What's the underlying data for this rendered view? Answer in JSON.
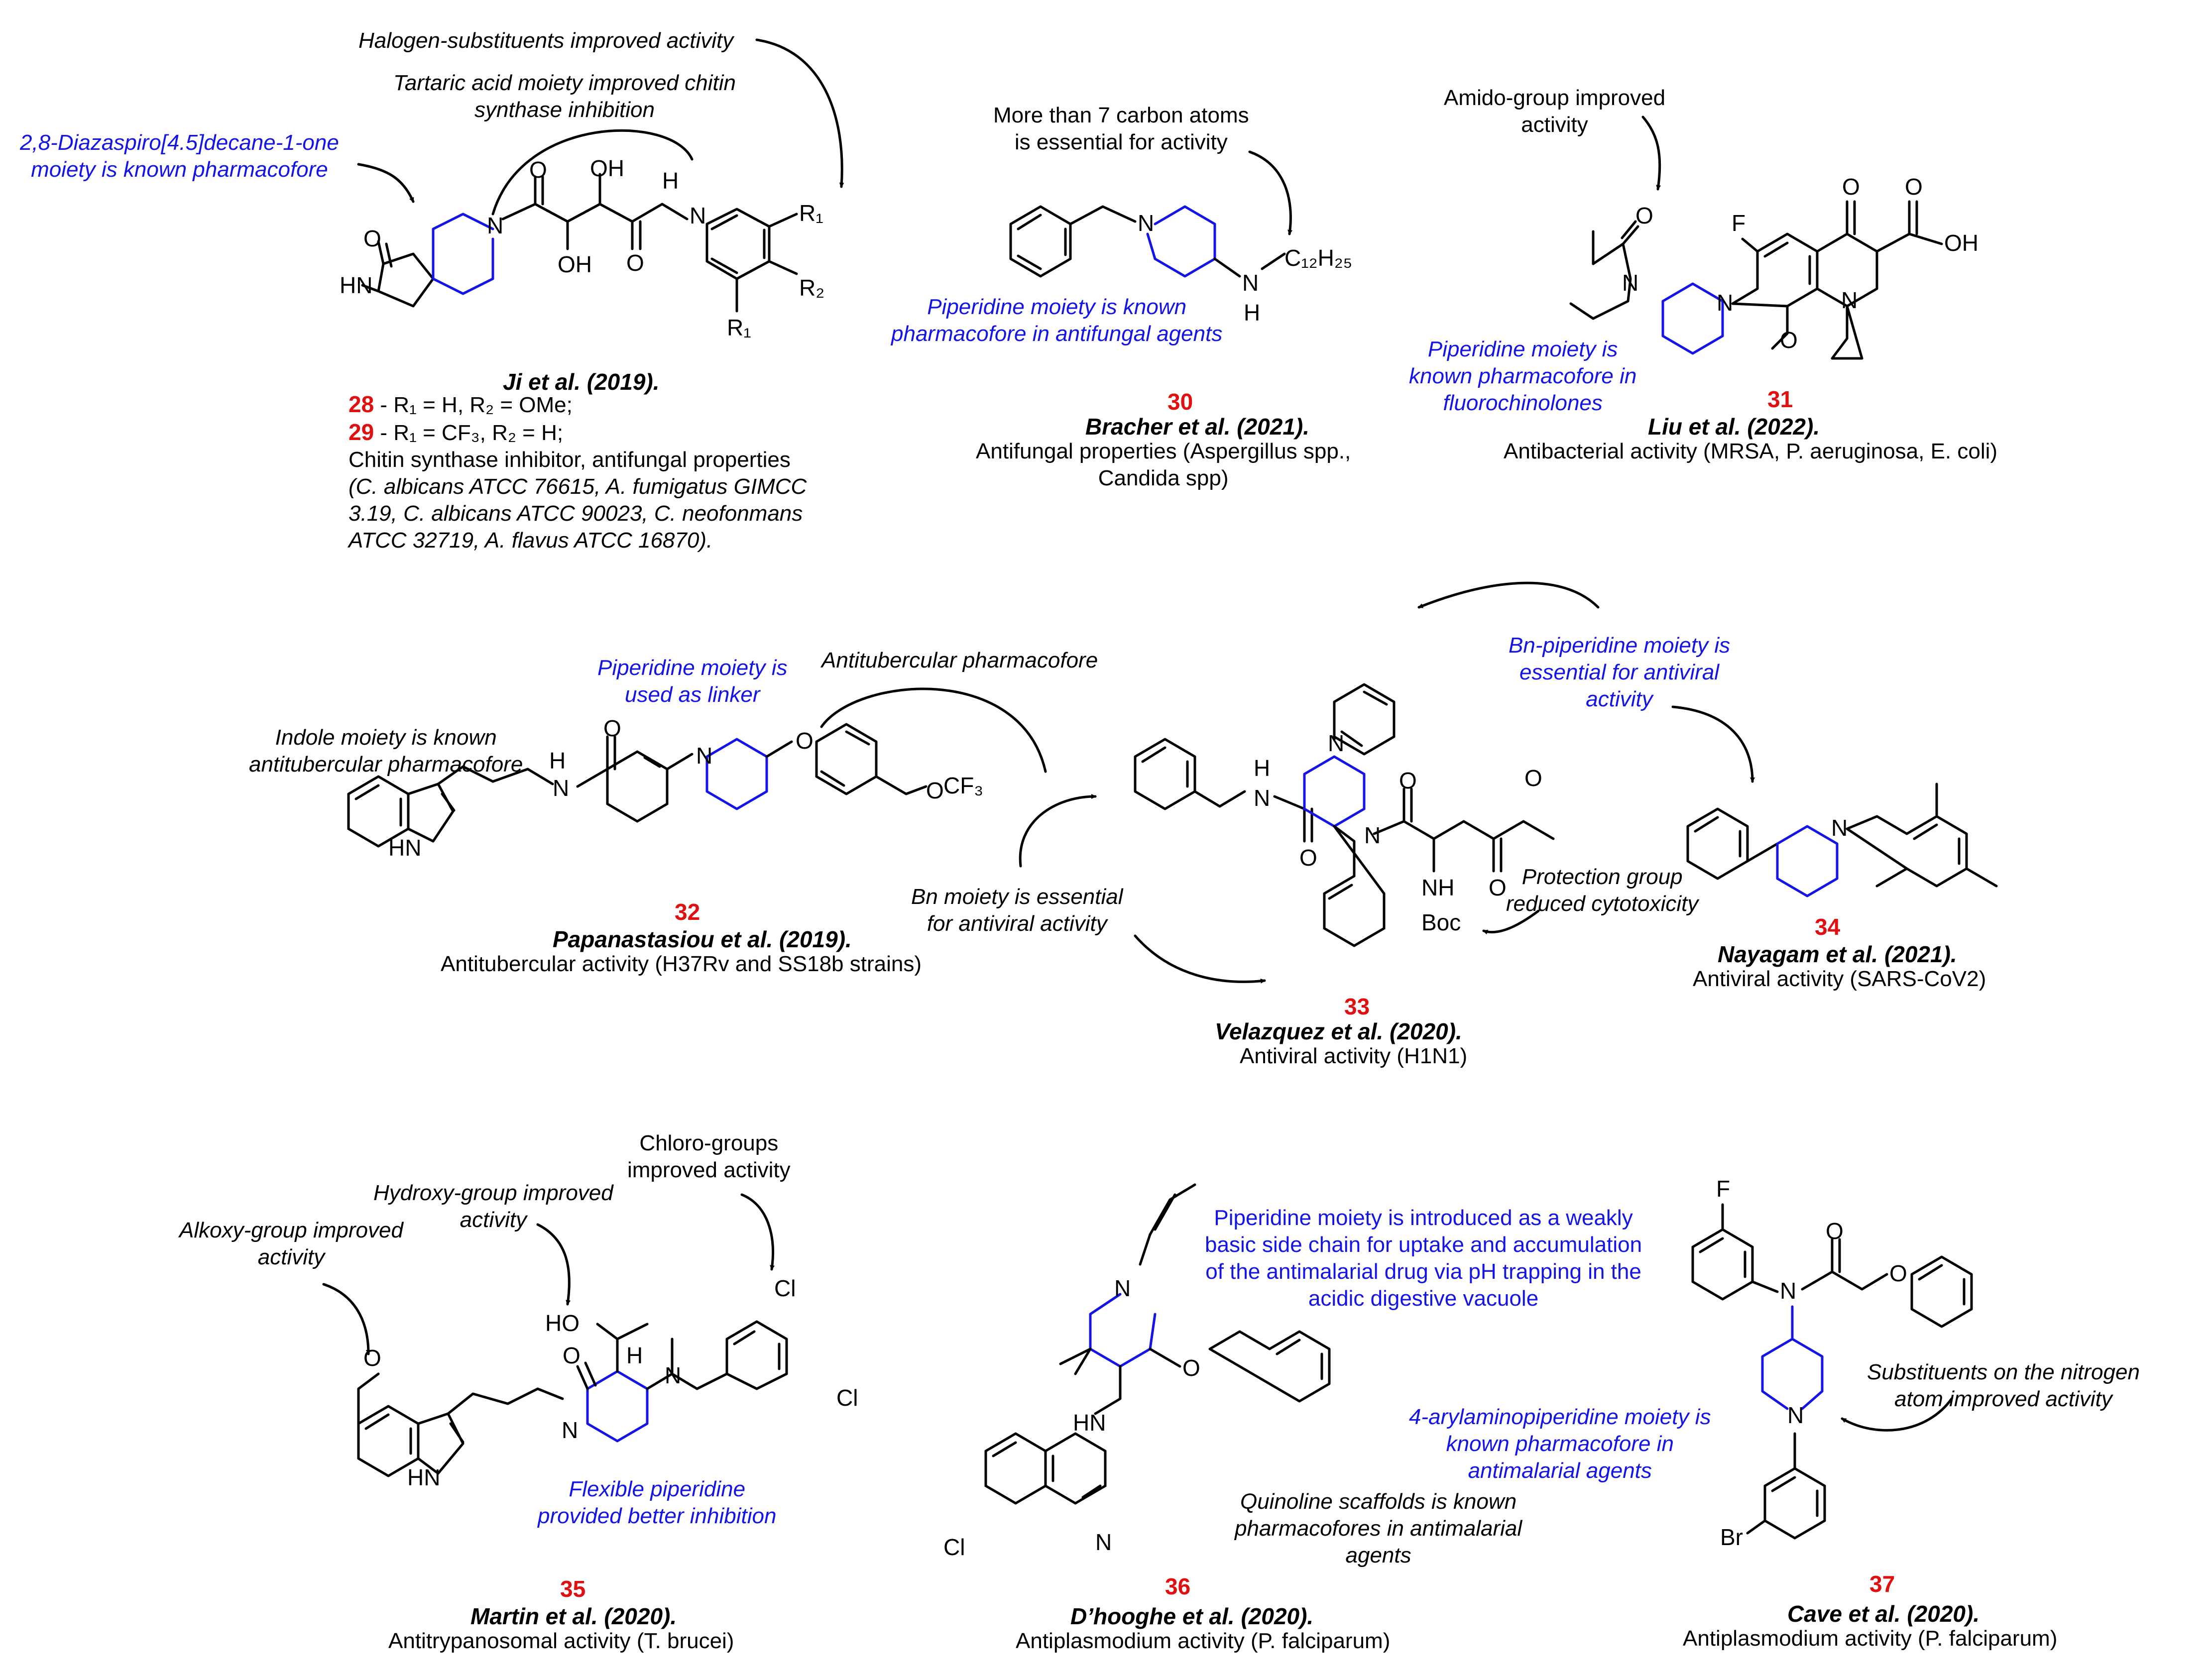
{
  "colors": {
    "text": "#000000",
    "pharmacophore_blue": "#1414e6",
    "compound_number_red": "#e01010"
  },
  "c28_29": {
    "note_halogen": "Halogen-substituents improved activity",
    "note_tartaric_1": "Tartaric acid moiety improved chitin",
    "note_tartaric_2": "synthase inhibition",
    "note_spiro_1": "2,8-Diazaspiro[4.5]decane-1-one",
    "note_spiro_2": "moiety is known pharmacofore",
    "ref": "Ji et al. (2019).",
    "num28": "28",
    "num29": "29",
    "line28": "- R₁ = H, R₂ = OMe;",
    "line29": "- R₁ = CF₃, R₂ = H;",
    "act_1": "Chitin synthase inhibitor, antifungal properties",
    "act_2": "(C. albicans ATCC 76615, A. fumigatus GIMCC",
    "act_3": "3.19, C. albicans ATCC 90023, C. neofonmans",
    "act_4": "ATCC 32719, A. flavus ATCC 16870).",
    "atoms": {
      "o1": "O",
      "o2": "O",
      "oh1": "OH",
      "oh2": "OH",
      "nh": "H",
      "n_amide": "N",
      "n_pip": "N",
      "hn": "HN",
      "r1a": "R₁",
      "r2": "R₂",
      "r1b": "R₁"
    }
  },
  "c30": {
    "note_carbon_1": "More than 7 carbon atoms",
    "note_carbon_2": "is essential for activity",
    "note_pip_1": "Piperidine moiety is known",
    "note_pip_2": "pharmacofore in antifungal agents",
    "num": "30",
    "ref": "Bracher et al. (2021).",
    "act_1": "Antifungal properties (Aspergillus spp.,",
    "act_2": "Candida spp)",
    "atoms": {
      "n_pip": "N",
      "n_amine": "N",
      "h": "H",
      "chain": "C₁₂H₂₅"
    }
  },
  "c31": {
    "note_amido_1": "Amido-group improved",
    "note_amido_2": "activity",
    "note_pip_1": "Piperidine moiety is",
    "note_pip_2": "known pharmacofore in",
    "note_pip_3": "fluorochinolones",
    "num": "31",
    "ref": "Liu et al. (2022).",
    "act": "Antibacterial activity (MRSA, P. aeruginosa, E. coli)",
    "atoms": {
      "o_amide": "O",
      "n_amide": "N",
      "n_pip": "N",
      "f": "F",
      "o_keto": "O",
      "o_acid": "O",
      "oh": "OH",
      "n_quin": "N",
      "o_meo": "O"
    }
  },
  "c32": {
    "note_indole_1": "Indole moiety is known",
    "note_indole_2": "antitubercular pharmacofore",
    "note_pip_1": "Piperidine moiety is",
    "note_pip_2": "used as linker",
    "note_anti": "Antitubercular pharmacofore",
    "num": "32",
    "ref": "Papanastasiou et al. (2019).",
    "act": "Antitubercular activity (H37Rv and SS18b strains)",
    "atoms": {
      "hn": "HN",
      "h": "H",
      "n_amide": "N",
      "o": "O",
      "n_pip": "N",
      "o_ether": "O",
      "o_cf3": "O",
      "cf3": "CF₃"
    }
  },
  "c33": {
    "note_bn_1": "Bn moiety is essential",
    "note_bn_2": "for antiviral activity",
    "note_prot_1": "Protection group",
    "note_prot_2": "reduced cytotoxicity",
    "num": "33",
    "ref": "Velazquez et al. (2020).",
    "act": "Antiviral activity (H1N1)",
    "atoms": {
      "n_pip": "N",
      "h": "H",
      "n_amide": "N",
      "o1": "O",
      "n2": "N",
      "o2": "O",
      "o3": "O",
      "o4": "O",
      "nh": "NH",
      "boc": "Boc"
    }
  },
  "c34": {
    "note_bnpip_1": "Bn-piperidine moiety is",
    "note_bnpip_2": "essential for antiviral",
    "note_bnpip_3": "activity",
    "num": "34",
    "ref": "Nayagam et al. (2021).",
    "act": "Antiviral activity (SARS-CoV2)",
    "atoms": {
      "n": "N"
    }
  },
  "c35": {
    "note_alkoxy_1": "Alkoxy-group improved",
    "note_alkoxy_2": "activity",
    "note_hydroxy_1": "Hydroxy-group improved",
    "note_hydroxy_2": "activity",
    "note_chloro_1": "Chloro-groups",
    "note_chloro_2": "improved activity",
    "note_flex_1": "Flexible piperidine",
    "note_flex_2": "provided better inhibition",
    "num": "35",
    "ref": "Martin et al. (2020).",
    "act": "Antitrypanosomal activity (T. brucei)",
    "atoms": {
      "o_meo": "O",
      "hn": "HN",
      "o": "O",
      "n_lactam": "N",
      "ho": "HO",
      "h": "H",
      "n_amine": "N",
      "cl1": "Cl",
      "cl2": "Cl"
    }
  },
  "c36": {
    "note_pip_1": "Piperidine moiety is introduced as a weakly",
    "note_pip_2": "basic side chain for uptake and accumulation",
    "note_pip_3": "of the antimalarial drug via pH trapping in the",
    "note_pip_4": "acidic digestive vacuole",
    "note_quin_1": "Quinoline scaffolds is known",
    "note_quin_2": "pharmacofores in antimalarial",
    "note_quin_3": "agents",
    "num": "36",
    "ref": "D’hooghe et al. (2020).",
    "act": "Antiplasmodium activity (P. falciparum)",
    "atoms": {
      "n_pip": "N",
      "o": "O",
      "hn": "HN",
      "cl": "Cl",
      "n_quin": "N"
    }
  },
  "c37": {
    "note_subst_1": "Substituents on the nitrogen",
    "note_subst_2": "atom improved activity",
    "note_pip_1": "4-arylaminopiperidine moiety is",
    "note_pip_2": "known pharmacofore in",
    "note_pip_3": "antimalarial agents",
    "num": "37",
    "ref": "Cave et al. (2020).",
    "act": "Antiplasmodium activity (P. falciparum)",
    "atoms": {
      "f": "F",
      "n_amide": "N",
      "o1": "O",
      "o2": "O",
      "n_pip": "N",
      "br": "Br"
    }
  }
}
